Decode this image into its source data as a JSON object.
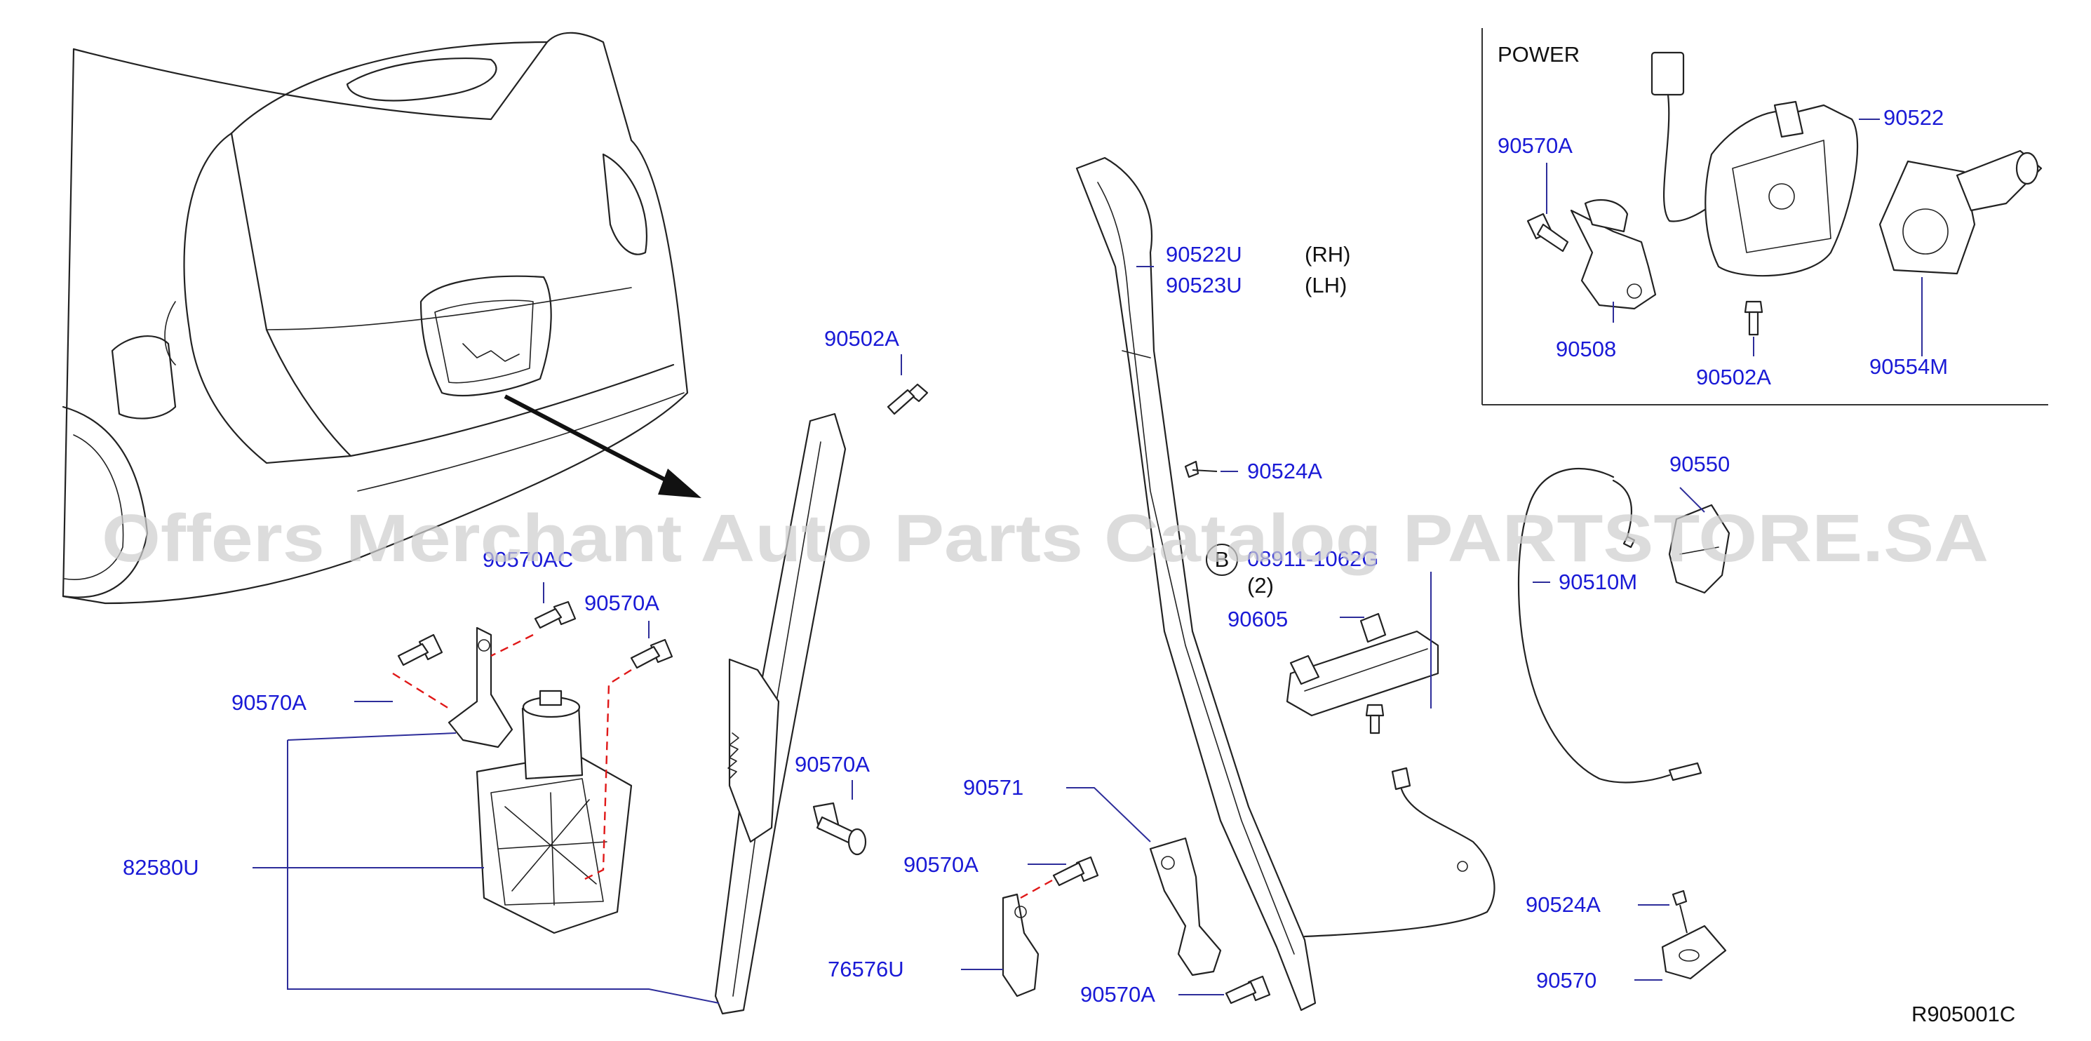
{
  "labels": {
    "power": "POWER",
    "p90522": "90522",
    "p90570A_top": "90570A",
    "p90508": "90508",
    "p90502A_inset": "90502A",
    "p90554M": "90554M",
    "p90502A": "90502A",
    "p90522U": "90522U",
    "rh": "(RH)",
    "p90523U": "90523U",
    "lh": "(LH)",
    "p90524A_top": "90524A",
    "p90550": "90550",
    "p90510M": "90510M",
    "p90570AC": "90570AC",
    "p90570A_mid": "90570A",
    "p90570A_left": "90570A",
    "bolt_code": "08911-1062G",
    "qty": "(2)",
    "p90605": "90605",
    "p90570A_rack": "90570A",
    "p90571": "90571",
    "p82580U": "82580U",
    "p90570A_lower": "90570A",
    "p76576U": "76576U",
    "p90570A_bottom": "90570A",
    "p90524A_bottom": "90524A",
    "p90570": "90570",
    "diagram_code": "R905001C",
    "circle_b": "B"
  },
  "watermark": "Offers Merchant Auto Parts Catalog PARTSTORE.SA",
  "colors": {
    "label": "#1a1ad6",
    "dash": "#e01818",
    "watermark": "#cfcfcf"
  }
}
